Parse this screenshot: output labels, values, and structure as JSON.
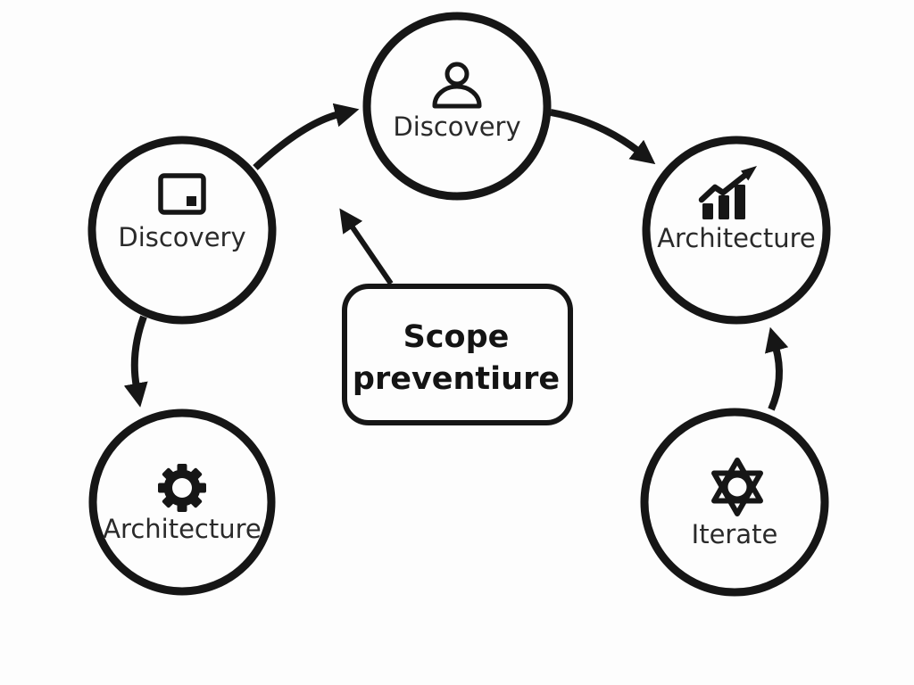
{
  "diagram": {
    "type": "flow-cycle-diagram",
    "colors": {
      "background": "#fdfdfd",
      "stroke": "#161616",
      "label_text": "#2a2a2a",
      "callout_text": "#141414"
    },
    "nodes": {
      "top": {
        "label": "Discovery",
        "icon": "person-icon"
      },
      "left": {
        "label": "Discovery",
        "icon": "window-icon"
      },
      "right": {
        "label": "Architecture",
        "icon": "growth-chart-icon"
      },
      "bottom_left": {
        "label": "Architecture",
        "icon": "gear-icon"
      },
      "bottom_right": {
        "label": "Iterate",
        "icon": "atom-icon"
      }
    },
    "callout": {
      "line1": "Scope",
      "line2": "preventiure"
    },
    "arrows": [
      "left-to-top",
      "top-to-right",
      "left-to-bottom-left",
      "bottom-right-to-right",
      "callout-to-center"
    ]
  }
}
